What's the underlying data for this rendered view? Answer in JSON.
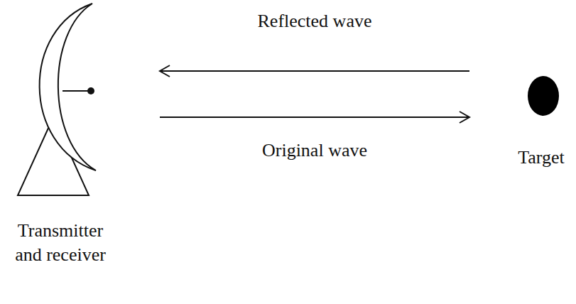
{
  "diagram": {
    "nodes": [
      {
        "text": [
          "Transmitter and receiver"
        ]
      },
      {
        "text": [
          "Target"
        ]
      }
    ],
    "edges": [
      {
        "from": 1,
        "to": 0,
        "arrow": "to",
        "label": "Reflected wave"
      },
      {
        "from": 0,
        "to": 1,
        "arrow": "to",
        "label": "Original wave"
      }
    ]
  }
}
